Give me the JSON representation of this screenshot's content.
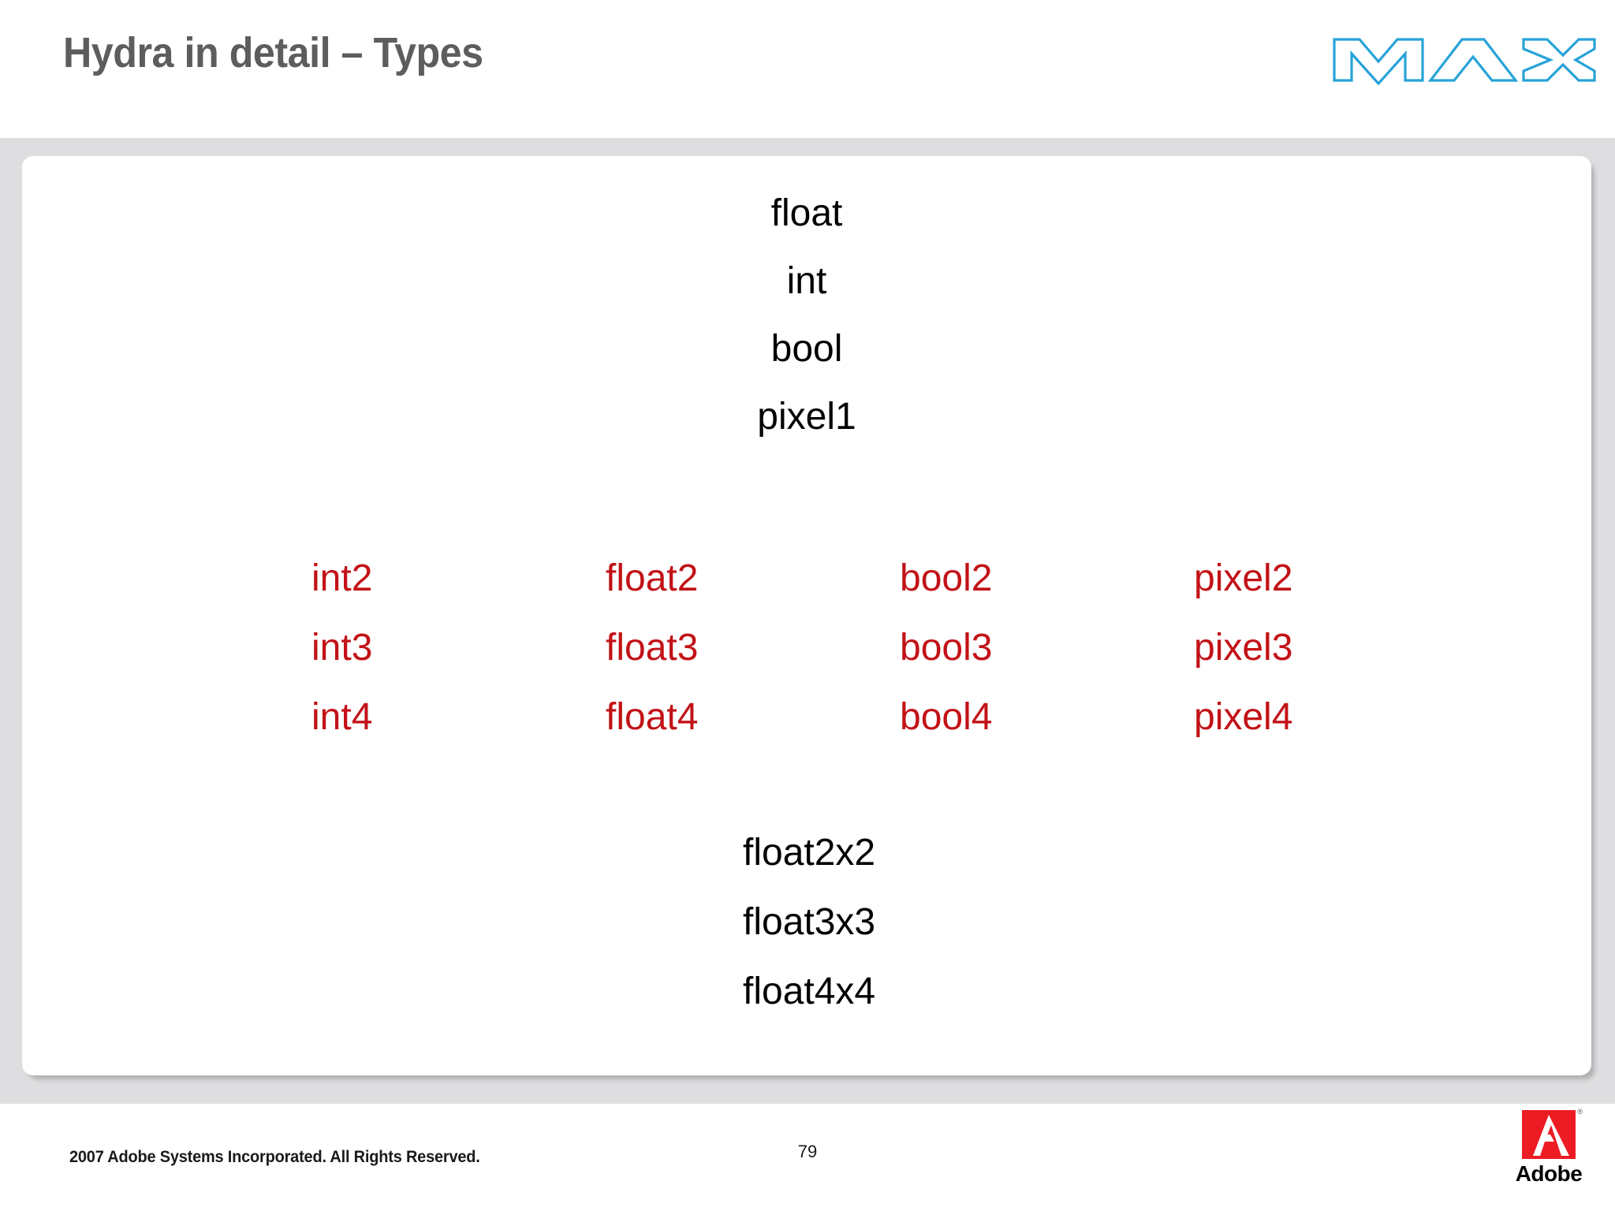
{
  "slide": {
    "title": "Hydra in detail – Types",
    "page_number": "79",
    "brand_logo": "max-logo",
    "accent_colors": {
      "title_gray": "#5d5d5d",
      "vector_red": "#c21217",
      "max_blue": "#27a3d8",
      "adobe_red": "#ed1c24",
      "band_gray": "#dedee0"
    }
  },
  "content": {
    "scalar_types": [
      {
        "label": "float"
      },
      {
        "label": "int"
      },
      {
        "label": "bool"
      },
      {
        "label": "pixel1"
      }
    ],
    "vector_types": [
      {
        "label": "int2"
      },
      {
        "label": "float2"
      },
      {
        "label": "bool2"
      },
      {
        "label": "pixel2"
      },
      {
        "label": "int3"
      },
      {
        "label": "float3"
      },
      {
        "label": "bool3"
      },
      {
        "label": "pixel3"
      },
      {
        "label": "int4"
      },
      {
        "label": "float4"
      },
      {
        "label": "bool4"
      },
      {
        "label": "pixel4"
      }
    ],
    "matrix_types": [
      {
        "label": "float2x2"
      },
      {
        "label": "float3x3"
      },
      {
        "label": "float4x4"
      }
    ]
  },
  "footer": {
    "copyright": "2007 Adobe Systems Incorporated.  All Rights Reserved.",
    "adobe_wordmark": "Adobe",
    "registered_mark": "®"
  }
}
